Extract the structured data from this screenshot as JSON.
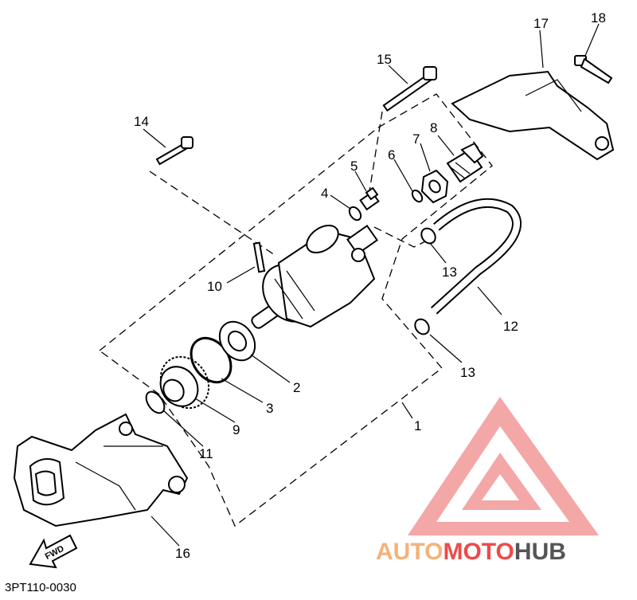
{
  "diagram_code": "3PT110-0030",
  "fwd_label": "FWD",
  "watermark": {
    "part1": "AUTO",
    "part2": "MOTO",
    "part3": "HUB",
    "color_a": "#f5b27a",
    "color_b": "#ee4a4a",
    "color_c": "#555555"
  },
  "callouts": [
    {
      "id": "c1",
      "text": "1"
    },
    {
      "id": "c2",
      "text": "2"
    },
    {
      "id": "c3",
      "text": "3"
    },
    {
      "id": "c4",
      "text": "4"
    },
    {
      "id": "c5",
      "text": "5"
    },
    {
      "id": "c6",
      "text": "6"
    },
    {
      "id": "c7",
      "text": "7"
    },
    {
      "id": "c8",
      "text": "8"
    },
    {
      "id": "c9",
      "text": "9"
    },
    {
      "id": "c10",
      "text": "10"
    },
    {
      "id": "c11",
      "text": "11"
    },
    {
      "id": "c12",
      "text": "12"
    },
    {
      "id": "c13a",
      "text": "13"
    },
    {
      "id": "c13b",
      "text": "13"
    },
    {
      "id": "c14",
      "text": "14"
    },
    {
      "id": "c15",
      "text": "15"
    },
    {
      "id": "c16",
      "text": "16"
    },
    {
      "id": "c17",
      "text": "17"
    },
    {
      "id": "c18",
      "text": "18"
    }
  ]
}
